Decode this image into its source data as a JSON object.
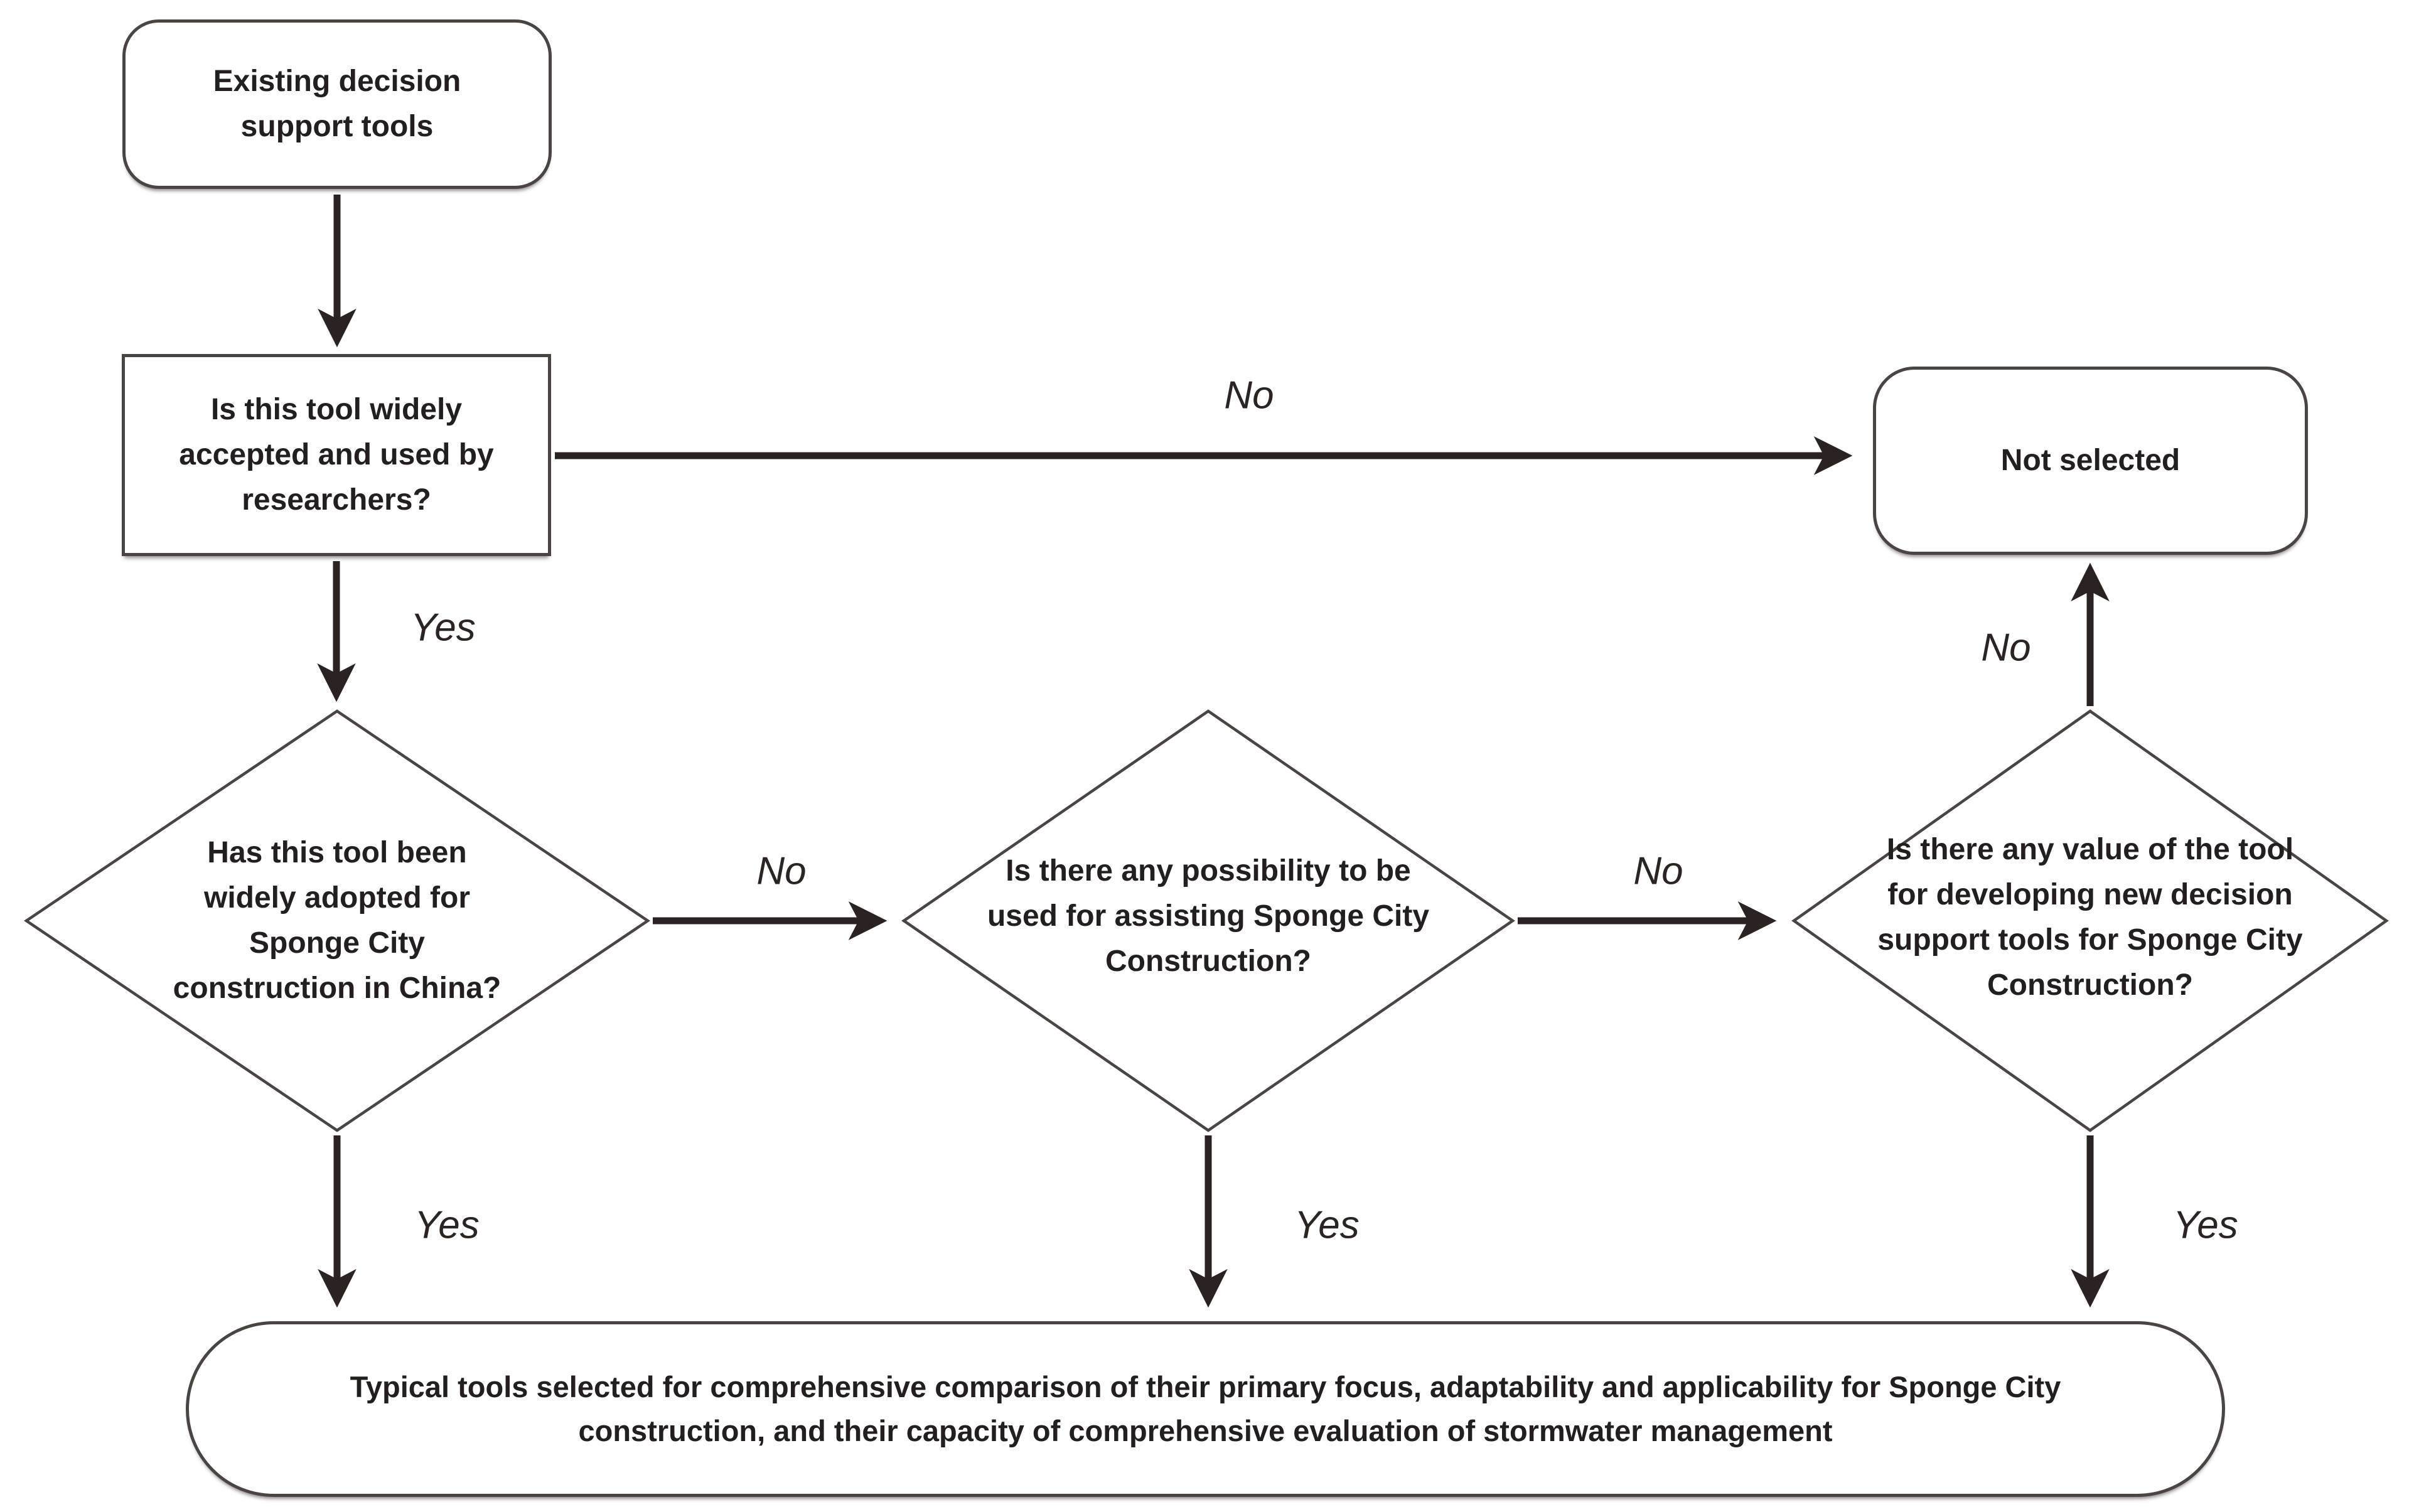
{
  "diagram": {
    "type": "flowchart",
    "background": "#ffffff",
    "arrow_color": "#2a2322",
    "outline_color": "#4a4442",
    "text_color": "#231f1e",
    "nodes": {
      "start": {
        "shape": "rounded-rect",
        "label": "Existing decision\nsupport tools"
      },
      "q_accepted": {
        "shape": "rect",
        "label": "Is this tool widely\naccepted and used by\nresearchers?"
      },
      "not_selected": {
        "shape": "rounded-rect",
        "label": "Not selected"
      },
      "q_adopted": {
        "shape": "diamond",
        "label": "Has this tool been\nwidely adopted for\nSponge City\nconstruction in China?"
      },
      "q_possibility": {
        "shape": "diamond",
        "label": "Is there any possibility to be\nused for assisting Sponge City\nConstruction?"
      },
      "q_value": {
        "shape": "diamond",
        "label": "Is there any value of the tool\nfor developing new decision\nsupport tools for Sponge City\nConstruction?"
      },
      "selected": {
        "shape": "stadium",
        "label": "Typical tools selected for comprehensive comparison of their primary focus, adaptability and applicability for Sponge City\nconstruction, and their capacity of comprehensive evaluation of stormwater management"
      }
    },
    "edge_labels": {
      "no_accepted": "No",
      "yes_accepted": "Yes",
      "no_adopted": "No",
      "no_possibility": "No",
      "no_value": "No",
      "yes_adopted": "Yes",
      "yes_possibility": "Yes",
      "yes_value": "Yes"
    },
    "edges": [
      {
        "from": "start",
        "to": "q_accepted",
        "label": ""
      },
      {
        "from": "q_accepted",
        "to": "not_selected",
        "label": "No"
      },
      {
        "from": "q_accepted",
        "to": "q_adopted",
        "label": "Yes"
      },
      {
        "from": "q_adopted",
        "to": "q_possibility",
        "label": "No"
      },
      {
        "from": "q_possibility",
        "to": "q_value",
        "label": "No"
      },
      {
        "from": "q_value",
        "to": "not_selected",
        "label": "No"
      },
      {
        "from": "q_adopted",
        "to": "selected",
        "label": "Yes"
      },
      {
        "from": "q_possibility",
        "to": "selected",
        "label": "Yes"
      },
      {
        "from": "q_value",
        "to": "selected",
        "label": "Yes"
      }
    ]
  }
}
